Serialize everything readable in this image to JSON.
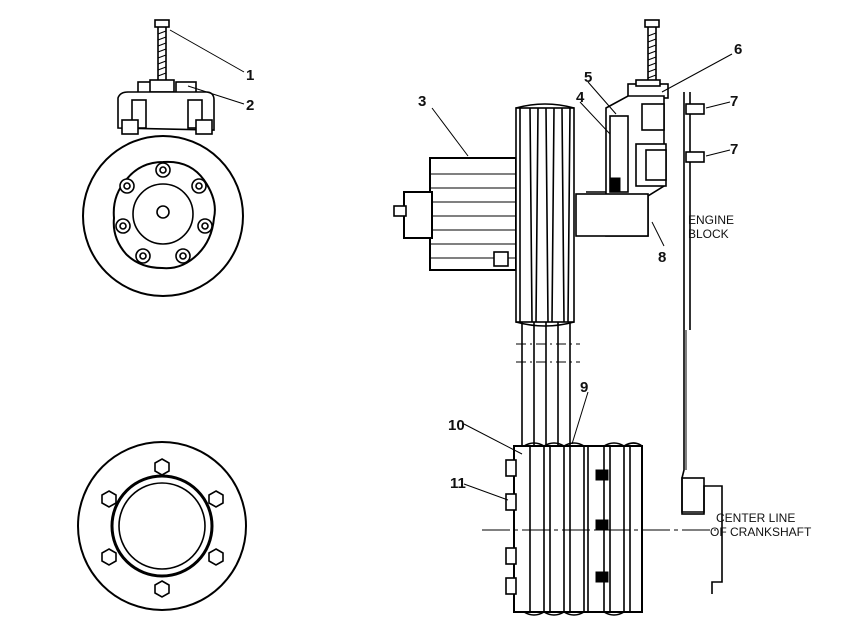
{
  "callouts": {
    "c1": "1",
    "c2": "2",
    "c3": "3",
    "c4": "4",
    "c5": "5",
    "c6": "6",
    "c7a": "7",
    "c7b": "7",
    "c8": "8",
    "c9": "9",
    "c10": "10",
    "c11": "11"
  },
  "text": {
    "engine": "ENGINE",
    "block": "BLOCK",
    "centerline": "CENTER LINE",
    "crankshaft": "OF CRANKSHAFT"
  }
}
